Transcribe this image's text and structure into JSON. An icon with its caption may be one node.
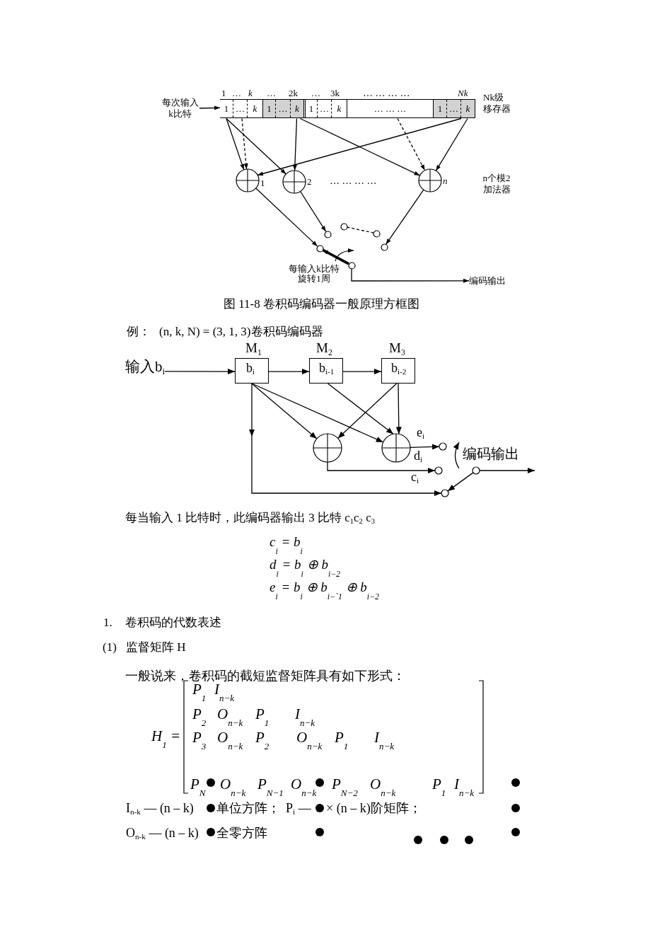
{
  "diagram": {
    "caption": "图 11-8 卷积码编码器一般原理方框图",
    "nodes": [
      {
        "text": [
          "每次输入k比特"
        ]
      },
      {
        "text": [
          "Nk级移存器"
        ]
      },
      {
        "text": [
          "1"
        ],
        "in": 1
      },
      {
        "text": [
          "…"
        ],
        "in": 1
      },
      {
        "text": [
          "k"
        ],
        "in": 1
      },
      {
        "text": [
          "1"
        ],
        "in": 1
      },
      {
        "text": [
          "…"
        ],
        "in": 1
      },
      {
        "text": [
          "k"
        ],
        "in": 1
      },
      {
        "text": [
          "1"
        ],
        "in": 1
      },
      {
        "text": [
          "…"
        ],
        "in": 1
      },
      {
        "text": [
          "k"
        ],
        "in": 1
      },
      {
        "text": [
          "… … …"
        ],
        "in": 1
      },
      {
        "text": [
          "1"
        ],
        "in": 1
      },
      {
        "text": [
          "…"
        ],
        "in": 1
      },
      {
        "text": [
          "k"
        ],
        "in": 1
      },
      {
        "text": [],
        "shape": "circle",
        "beside": [
          "1"
        ]
      },
      {
        "text": [],
        "shape": "circle",
        "beside": [
          "2"
        ]
      },
      {
        "text": [],
        "shape": "circle",
        "beside": [
          "n"
        ]
      },
      {
        "text": [],
        "shape": "circle"
      },
      {
        "text": [],
        "shape": "circle"
      },
      {
        "text": [],
        "shape": "circle"
      },
      {
        "text": [],
        "shape": "circle"
      },
      {
        "text": [],
        "shape": "circle"
      },
      {
        "text": [],
        "shape": "circle"
      },
      {
        "text": [
          "编码输出"
        ]
      },
      {
        "text": [
          "输入b$_{i}$"
        ]
      },
      {
        "text": [
          "M$_{1}$",
          "b$_{i}$"
        ]
      },
      {
        "text": [
          "M$_{2}$",
          "b$_{i-1}$"
        ]
      },
      {
        "text": [
          "M$_{3}$",
          "b$_{i-2}$"
        ]
      },
      {
        "text": [],
        "shape": "circle"
      },
      {
        "text": [],
        "shape": "circle"
      },
      {
        "text": [],
        "shape": "circle"
      },
      {
        "text": [],
        "shape": "circle"
      },
      {
        "text": [],
        "shape": "circle"
      },
      {
        "text": [],
        "shape": "circle"
      }
    ],
    "edges": [
      {
        "from": 0,
        "to": 2,
        "arrow": "to"
      },
      {
        "from": 2,
        "to": 15,
        "arrow": "to"
      },
      {
        "from": 2,
        "to": 16,
        "arrow": "to"
      },
      {
        "from": 3,
        "to": 15,
        "arrow": "to",
        "style": "dashed"
      },
      {
        "from": 7,
        "to": 16,
        "arrow": "to"
      },
      {
        "from": 7,
        "to": 17,
        "arrow": "to"
      },
      {
        "from": 11,
        "to": 17,
        "arrow": "to",
        "style": "dashed"
      },
      {
        "from": 14,
        "to": 15,
        "arrow": "to"
      },
      {
        "from": 14,
        "to": 17,
        "arrow": "to"
      },
      {
        "from": 15,
        "to": 18,
        "arrow": "to"
      },
      {
        "from": 16,
        "to": 19,
        "arrow": "to"
      },
      {
        "from": 17,
        "to": 22,
        "arrow": "to"
      },
      {
        "from": 20,
        "to": 21,
        "arrow": "none",
        "style": "dashed"
      },
      {
        "from": 23,
        "to": 18,
        "arrow": "to",
        "style": "thick"
      },
      {
        "from": 23,
        "to": 24,
        "arrow": "to"
      },
      {
        "from": 25,
        "to": 26,
        "arrow": "to"
      },
      {
        "from": 26,
        "to": 27,
        "arrow": "to"
      },
      {
        "from": 27,
        "to": 28,
        "arrow": "to"
      },
      {
        "from": 26,
        "to": 29,
        "arrow": "to"
      },
      {
        "from": 26,
        "to": 30,
        "arrow": "to"
      },
      {
        "from": 27,
        "to": 30,
        "arrow": "to"
      },
      {
        "from": 28,
        "to": 29,
        "arrow": "to"
      },
      {
        "from": 28,
        "to": 30,
        "arrow": "to"
      },
      {
        "from": 30,
        "to": 31,
        "arrow": "to",
        "label": "e$_{i}$"
      },
      {
        "from": 29,
        "to": 32,
        "arrow": "to",
        "label": "d$_{i}$"
      },
      {
        "from": 26,
        "to": 33,
        "arrow": "to",
        "label": "c$_{i}$"
      },
      {
        "from": 34,
        "to": 33,
        "arrow": "to"
      },
      {
        "from": 34,
        "to": null,
        "arrow": "to"
      }
    ],
    "labels": [
      "1",
      "…",
      "k",
      "…",
      "2k",
      "…",
      "3k",
      "… … … …",
      "Nk",
      "… … … …",
      "n个模2加法器",
      "每输入k比特旋转1周",
      "例：",
      "(n, k, N) = (3, 1, 3)卷积码编码器",
      "编码输出",
      "每当输入 1 比特时，此编码器输出 3 比特 c$_{1}$c$_{2}$ c$_{3}$",
      "c$_{i}$ = b$_{i}$",
      "d$_{i}$ = b$_{i}$ ⊕ b$_{i−2}$",
      "e$_{i}$ = b$_{i}$ ⊕ b$_{i−`1}$ ⊕ b$_{i−2}$",
      "1.",
      "卷积码的代数表述",
      "(1)",
      "监督矩阵 H",
      "一般说来，卷积码的截短监督矩阵具有如下形式：",
      "H$_{1}$ =",
      "P$_{1}$",
      "I$_{n−k}$",
      "P$_{2}$",
      "O$_{n−k}$",
      "P$_{1}$",
      "I$_{n−k}$",
      "P$_{3}$",
      "O$_{n−k}$",
      "P$_{2}$",
      "O$_{n−k}$",
      "P$_{1}$",
      "I$_{n−k}$",
      "P$_{N}$",
      "O$_{n−k}$",
      "P$_{N−1}$",
      "O$_{n−k}$",
      "P$_{N−2}$",
      "O$_{n−k}$",
      "P$_{1}$",
      "I$_{n−k}$",
      "I$_{n-k}$ — (n – k)",
      "单位方阵；",
      "P$_{i}$ —",
      "× (n – k)阶矩阵；",
      "O$_{n-k}$ — (n – k)",
      "全零方阵"
    ]
  }
}
